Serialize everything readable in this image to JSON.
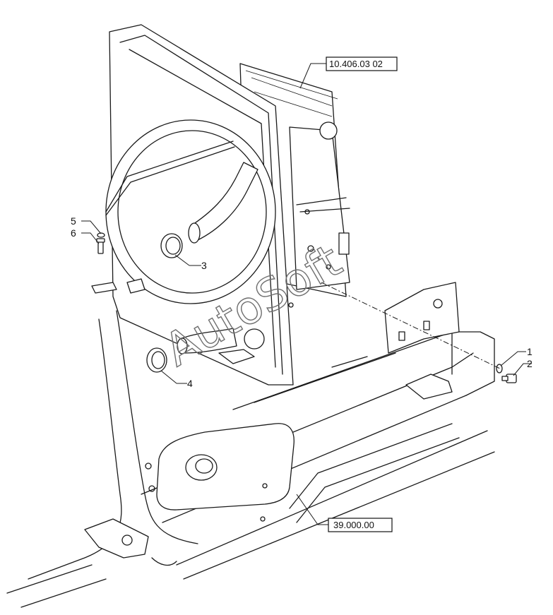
{
  "diagram": {
    "reference_labels": [
      {
        "id": "cooling-assembly-ref",
        "text": "10.406.03 02"
      },
      {
        "id": "frame-ref",
        "text": "39.000.00"
      }
    ],
    "callouts": [
      {
        "number": "1"
      },
      {
        "number": "2"
      },
      {
        "number": "3"
      },
      {
        "number": "4"
      },
      {
        "number": "5"
      },
      {
        "number": "6"
      }
    ],
    "watermark": "AutoSoft"
  }
}
